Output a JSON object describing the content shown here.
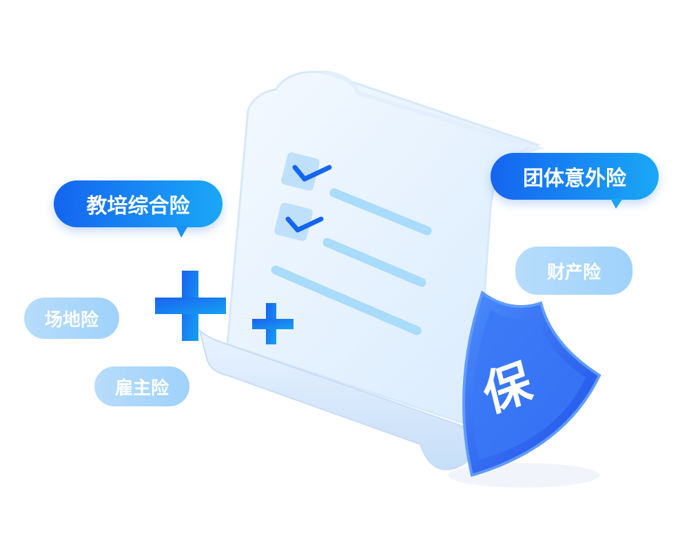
{
  "labels": {
    "education": "教培综合险",
    "group_accident": "团体意外险",
    "property": "财产险",
    "venue": "场地险",
    "employer": "雇主险"
  },
  "shield_char": "保",
  "colors": {
    "primary": "#1565f0",
    "accent": "#1aa8f5",
    "light": "#a8d6fb",
    "shield": "#2f6cf5"
  }
}
